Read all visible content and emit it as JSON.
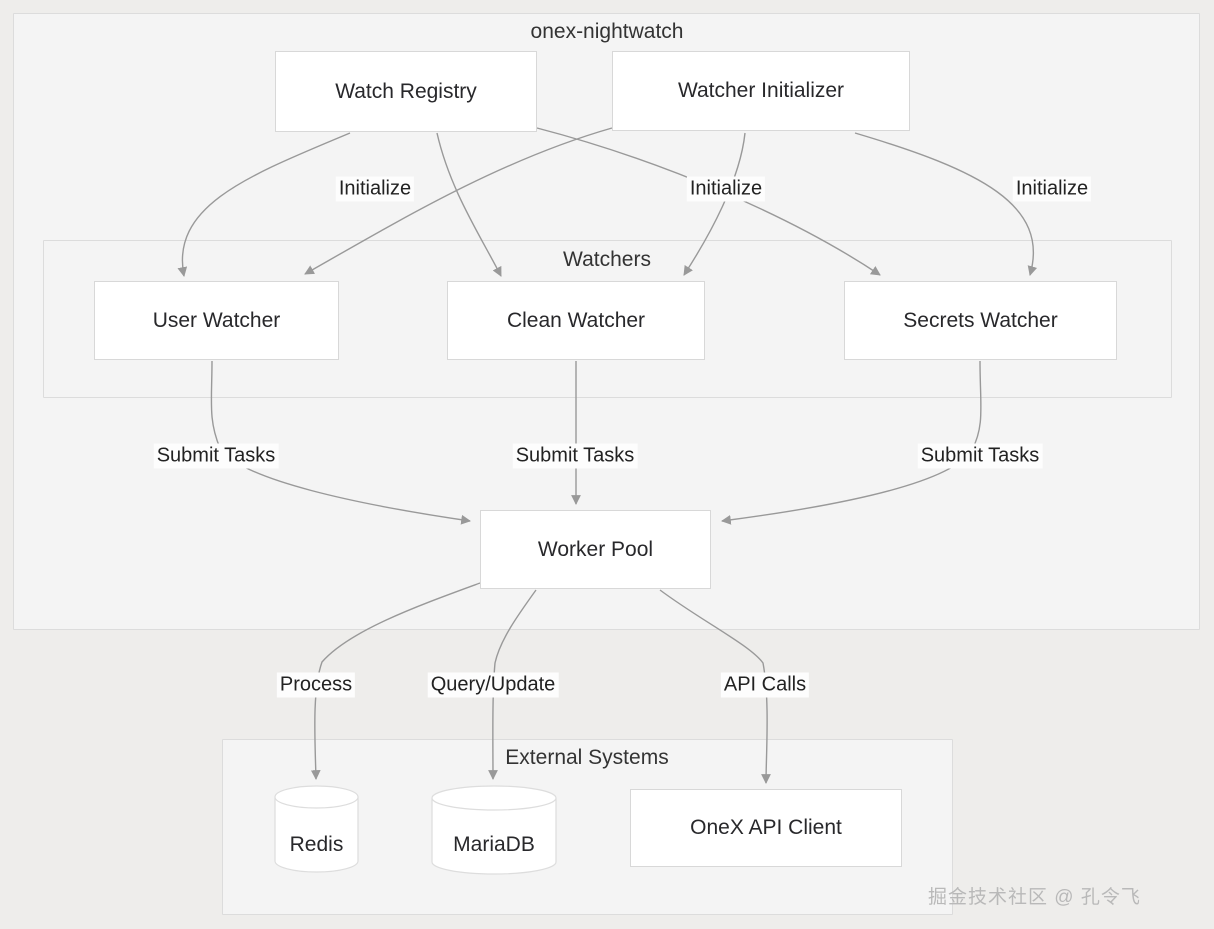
{
  "diagram": {
    "type": "flowchart",
    "background_color": "#eeedeb",
    "node_fill": "#ffffff",
    "node_stroke": "#d8d8d8",
    "cluster_fill": "#f4f4f4",
    "cluster_stroke": "#dcdcdc",
    "edge_color": "#999999"
  },
  "clusters": [
    {
      "id": "onex",
      "title": "onex-nightwatch"
    },
    {
      "id": "watchers",
      "title": "Watchers"
    },
    {
      "id": "external",
      "title": "External Systems"
    }
  ],
  "nodes": [
    {
      "id": "watch-registry",
      "label": "Watch Registry",
      "shape": "rect"
    },
    {
      "id": "watcher-initializer",
      "label": "Watcher Initializer",
      "shape": "rect"
    },
    {
      "id": "user-watcher",
      "label": "User Watcher",
      "shape": "rect"
    },
    {
      "id": "clean-watcher",
      "label": "Clean Watcher",
      "shape": "rect"
    },
    {
      "id": "secrets-watcher",
      "label": "Secrets Watcher",
      "shape": "rect"
    },
    {
      "id": "worker-pool",
      "label": "Worker Pool",
      "shape": "rect"
    },
    {
      "id": "redis",
      "label": "Redis",
      "shape": "cylinder"
    },
    {
      "id": "mariadb",
      "label": "MariaDB",
      "shape": "cylinder"
    },
    {
      "id": "onex-api-client",
      "label": "OneX API Client",
      "shape": "rect"
    }
  ],
  "edges": [
    {
      "from": "watch-registry",
      "to": "user-watcher",
      "label": "Initialize"
    },
    {
      "from": "watch-registry",
      "to": "clean-watcher",
      "label": "Initialize"
    },
    {
      "from": "watch-registry",
      "to": "secrets-watcher",
      "label": "Initialize"
    },
    {
      "from": "watcher-initializer",
      "to": "user-watcher",
      "label": "Initialize"
    },
    {
      "from": "watcher-initializer",
      "to": "clean-watcher",
      "label": "Initialize"
    },
    {
      "from": "watcher-initializer",
      "to": "secrets-watcher",
      "label": "Initialize"
    },
    {
      "from": "user-watcher",
      "to": "worker-pool",
      "label": "Submit Tasks"
    },
    {
      "from": "clean-watcher",
      "to": "worker-pool",
      "label": "Submit Tasks"
    },
    {
      "from": "secrets-watcher",
      "to": "worker-pool",
      "label": "Submit Tasks"
    },
    {
      "from": "worker-pool",
      "to": "redis",
      "label": "Process"
    },
    {
      "from": "worker-pool",
      "to": "mariadb",
      "label": "Query/Update"
    },
    {
      "from": "worker-pool",
      "to": "onex-api-client",
      "label": "API Calls"
    }
  ],
  "edge_labels": {
    "initialize_left": "Initialize",
    "initialize_middle": "Initialize",
    "initialize_right": "Initialize",
    "submit_left": "Submit Tasks",
    "submit_middle": "Submit Tasks",
    "submit_right": "Submit Tasks",
    "process": "Process",
    "query_update": "Query/Update",
    "api_calls": "API Calls"
  },
  "watermark": {
    "text": "掘金技术社区 @ 孔令飞"
  }
}
